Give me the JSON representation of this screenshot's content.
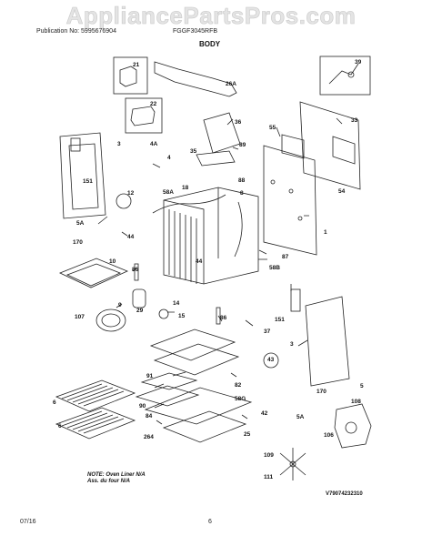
{
  "watermark": "AppliancePartsPros.com",
  "header": {
    "publication": "Publication No: 5995676904",
    "model": "FGGF3045RFB"
  },
  "title": "BODY",
  "callouts": {
    "c21": "21",
    "c26A": "26A",
    "c39": "39",
    "c22": "22",
    "c33": "33",
    "c36": "36",
    "c55": "55",
    "c3a": "3",
    "c4A": "4A",
    "c35": "35",
    "c89": "89",
    "c4": "4",
    "c151a": "151",
    "c88": "88",
    "c18": "18",
    "c8": "8",
    "c54": "54",
    "c12": "12",
    "c58A": "58A",
    "c5A": "5A",
    "c44a": "44",
    "c1": "1",
    "c170a": "170",
    "c44b": "44",
    "c87": "87",
    "c10": "10",
    "c86a": "86",
    "c58B": "58B",
    "c9": "9",
    "c107": "107",
    "c29": "29",
    "c14": "14",
    "c15": "15",
    "c86b": "86",
    "c151b": "151",
    "c37": "37",
    "c3b": "3",
    "c43": "43",
    "c91": "91",
    "c82": "82",
    "c5": "5",
    "c170b": "170",
    "c108": "108",
    "c58G": "58G",
    "c90": "90",
    "c6a": "6",
    "c84": "84",
    "c42": "42",
    "c6b": "6",
    "c5Ab": "5A",
    "c25": "25",
    "c264": "264",
    "c106": "106",
    "c109": "109",
    "c111": "111"
  },
  "note": {
    "line1": "NOTE: Oven Liner N/A",
    "line2": "Ass. du four N/A"
  },
  "diagram_id": "V79074232310",
  "footer": {
    "date": "07/16",
    "page": "6"
  }
}
